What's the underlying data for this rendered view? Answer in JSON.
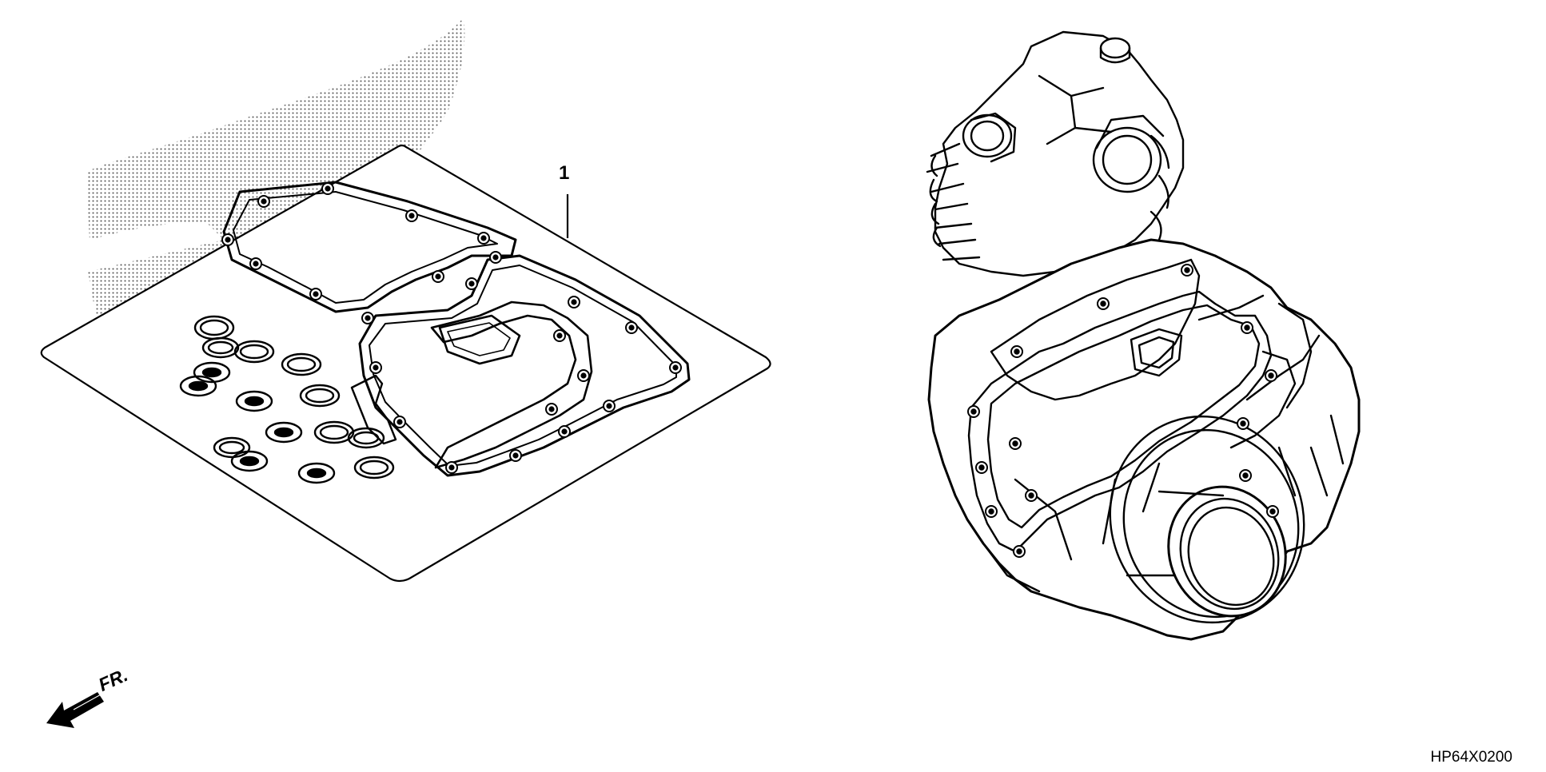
{
  "diagram": {
    "callout_number": "1",
    "direction_label": "FR.",
    "reference_code": "HP64X0200"
  },
  "colors": {
    "line": "#000000",
    "background": "#ffffff",
    "stipple": "#555555"
  },
  "icons": {
    "front_direction": "arrow-left-down-icon",
    "gasket_kit": "gasket-kit-illustration",
    "engine": "engine-assembly-illustration"
  }
}
